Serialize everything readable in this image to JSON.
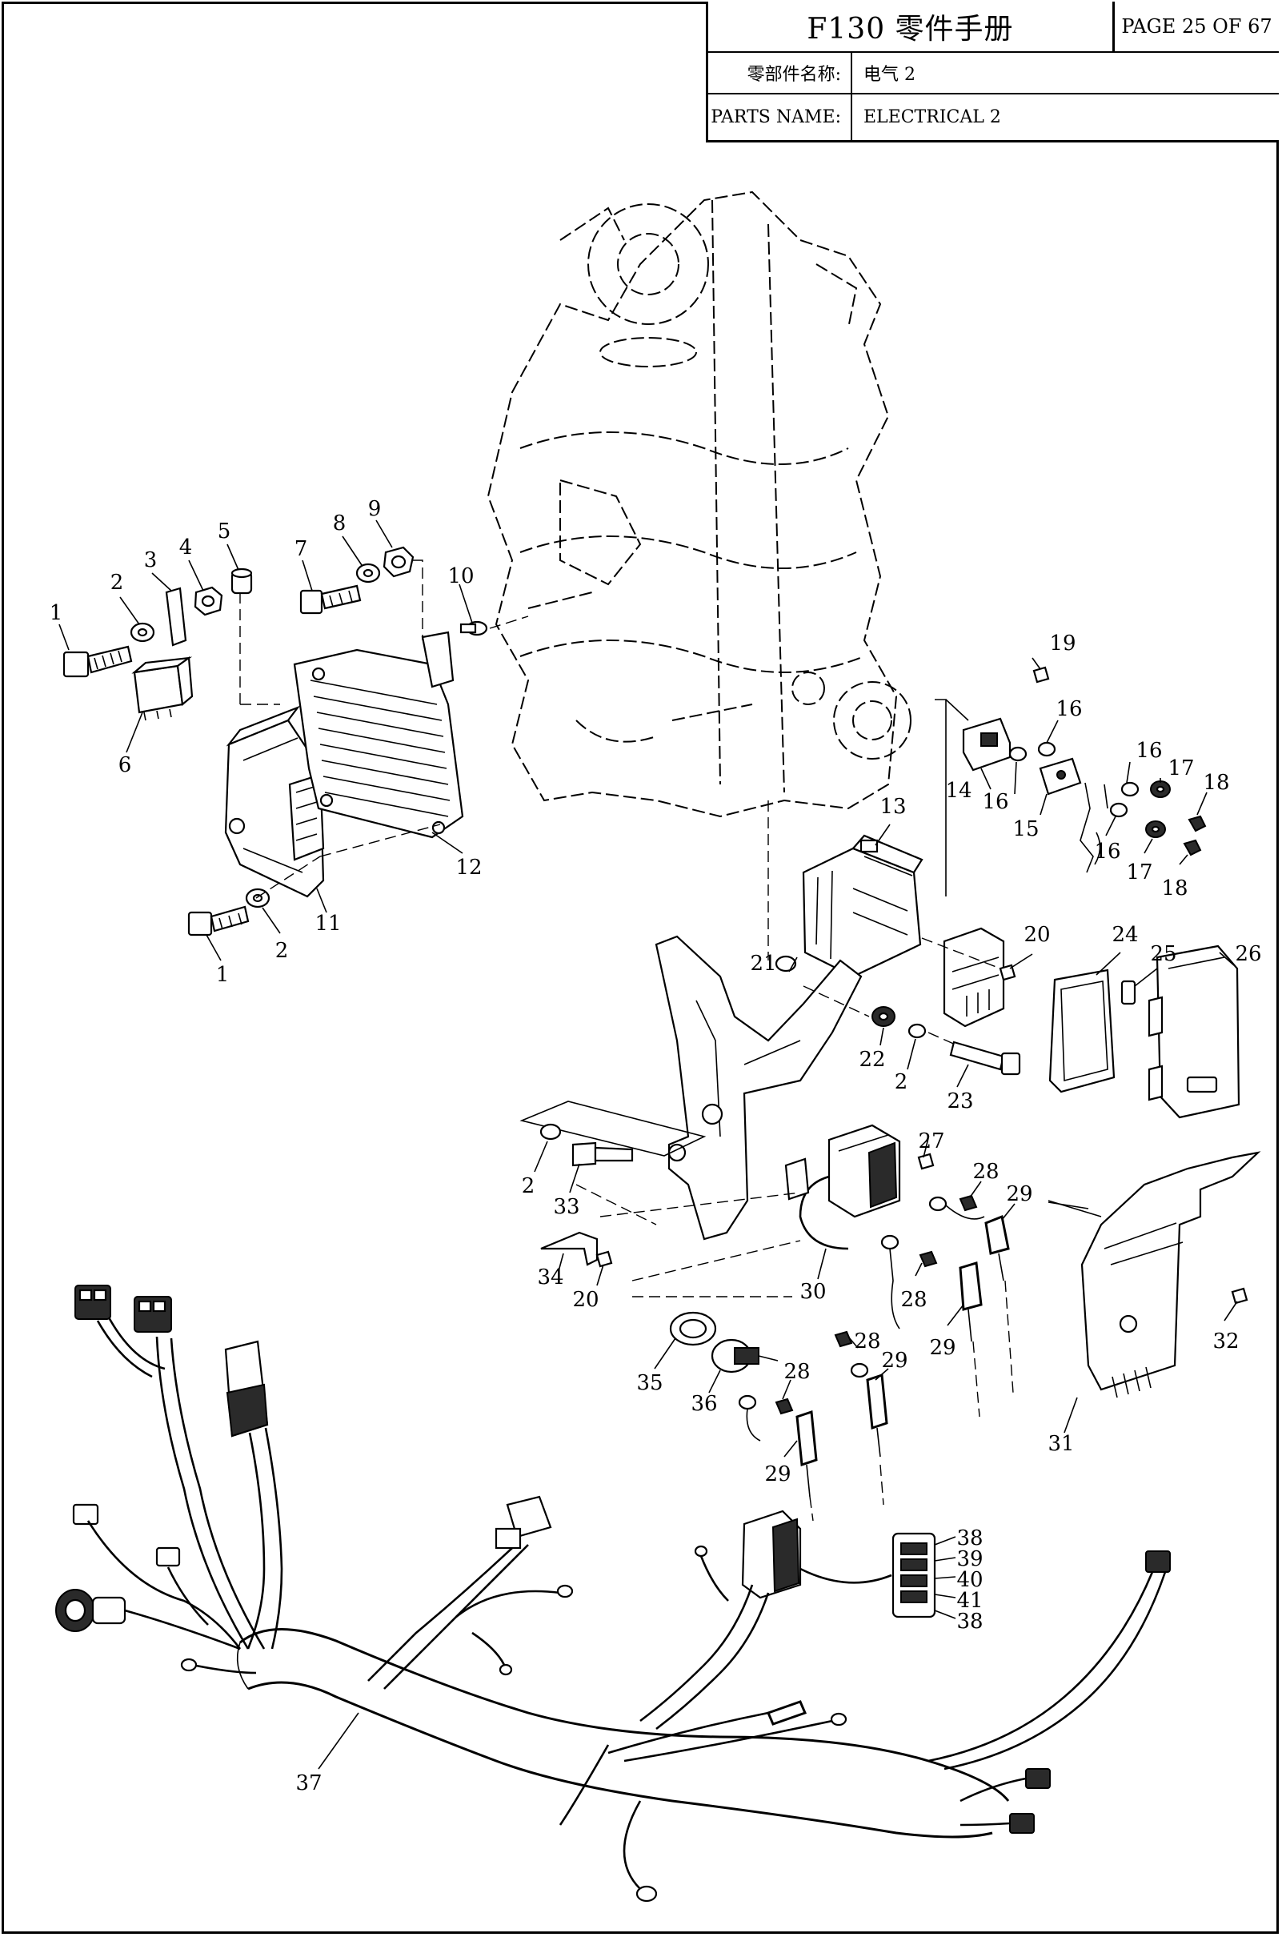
{
  "title_block": {
    "model": "F130 零件手册",
    "page": "PAGE 25 OF 67",
    "name_cn_label": "零部件名称:",
    "name_cn_value": "电气 2",
    "name_en_label": "PARTS NAME:",
    "name_en_value": "ELECTRICAL 2"
  },
  "callouts": {
    "c1a": "1",
    "c2a": "2",
    "c3": "3",
    "c4": "4",
    "c5": "5",
    "c6": "6",
    "c7": "7",
    "c8": "8",
    "c9": "9",
    "c10": "10",
    "c1b": "1",
    "c2b": "2",
    "c11": "11",
    "c12": "12",
    "c13": "13",
    "c14": "14",
    "c15": "15",
    "c16a": "16",
    "c16b": "16",
    "c16c": "16",
    "c16d": "16",
    "c17a": "17",
    "c17b": "17",
    "c18a": "18",
    "c18b": "18",
    "c19": "19",
    "c20a": "20",
    "c20b": "20",
    "c21": "21",
    "c22": "22",
    "c2c": "2",
    "c23": "23",
    "c24": "24",
    "c25": "25",
    "c26": "26",
    "c2d": "2",
    "c33": "33",
    "c27": "27",
    "c28a": "28",
    "c29a": "29",
    "c34": "34",
    "c30": "30",
    "c28b": "28",
    "c29b": "29",
    "c35": "35",
    "c36": "36",
    "c28c": "28",
    "c28d": "28",
    "c29c": "29",
    "c29d": "29",
    "c31": "31",
    "c32": "32",
    "c38a": "38",
    "c39": "39",
    "c40": "40",
    "c41": "41",
    "c38b": "38",
    "c37": "37"
  }
}
